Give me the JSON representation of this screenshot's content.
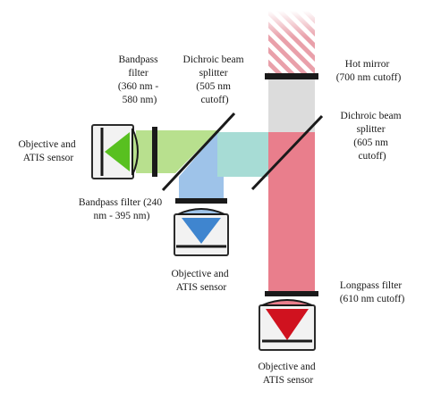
{
  "labels": {
    "bandpass_filter_top": [
      "Bandpass",
      "filter",
      "(360 nm -",
      "580 nm)"
    ],
    "dichroic_505": [
      "Dichroic beam",
      "splitter",
      "(505 nm",
      "cutoff)"
    ],
    "hot_mirror": [
      "Hot mirror",
      "(700 nm cutoff)"
    ],
    "dichroic_605": [
      "Dichroic beam",
      "splitter",
      "(605 nm",
      "cutoff)"
    ],
    "objective_left": [
      "Objective and",
      "ATIS sensor"
    ],
    "bandpass_filter_blue": [
      "Bandpass filter (240",
      "nm - 395 nm)"
    ],
    "objective_blue": [
      "Objective and",
      "ATIS sensor"
    ],
    "longpass_filter": [
      "Longpass filter",
      "(610 nm cutoff)"
    ],
    "objective_red": [
      "Objective and",
      "ATIS sensor"
    ]
  },
  "colors": {
    "green_beam": "#b8e08e",
    "green_cone": "#58c020",
    "teal_beam": "#a7dcd5",
    "blue_beam": "#9ec3e9",
    "blue_cone": "#3f85cf",
    "red_beam": "#e97e8c",
    "red_cone": "#d0121f",
    "white_beam": "#dcdcdc",
    "stripe": "#e9a0aa",
    "optic": "#1a1a1a",
    "frame_fill": "#f2f2f2"
  }
}
